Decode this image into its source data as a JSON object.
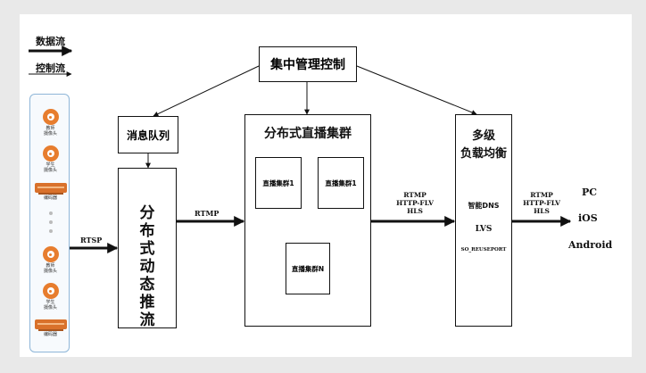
{
  "legend": {
    "data_flow": "数据流",
    "control_flow": "控制流"
  },
  "devices": [
    {
      "icon": "camera-icon",
      "label1": "教师",
      "label2": "摄像头"
    },
    {
      "icon": "camera-icon",
      "label1": "学生",
      "label2": "摄像头"
    },
    {
      "icon": "encoder-icon",
      "label1": "编码器",
      "label2": ""
    },
    {
      "icon": "camera-icon",
      "label1": "教师",
      "label2": "摄像头"
    },
    {
      "icon": "camera-icon",
      "label1": "学生",
      "label2": "摄像头"
    },
    {
      "icon": "encoder-icon",
      "label1": "编码器",
      "label2": ""
    }
  ],
  "rtsp_label": "RTSP",
  "central_control": "集中管理控制",
  "message_queue": "消息队列",
  "push_stream": [
    "分",
    "布",
    "式",
    "动",
    "态",
    "推",
    "流"
  ],
  "rtmp_label": "RTMP",
  "cluster": {
    "title": "分布式直播集群",
    "node1": "直播集群1",
    "node2": "直播集群1",
    "node3": "直播集群N"
  },
  "protocols_mid": [
    "RTMP",
    "HTTP-FLV",
    "HLS"
  ],
  "load_balance": {
    "title1": "多级",
    "title2": "负载均衡",
    "item1": "智能DNS",
    "item2": "LVS",
    "item3": "SO_REUSEPORT"
  },
  "protocols_right": [
    "RTMP",
    "HTTP-FLV",
    "HLS"
  ],
  "clients": [
    "PC",
    "iOS",
    "Android"
  ],
  "colors": {
    "line": "#111111",
    "panel_border": "#8fb6d8",
    "camera": "#e77d2e",
    "encoder": "#d9712b"
  }
}
